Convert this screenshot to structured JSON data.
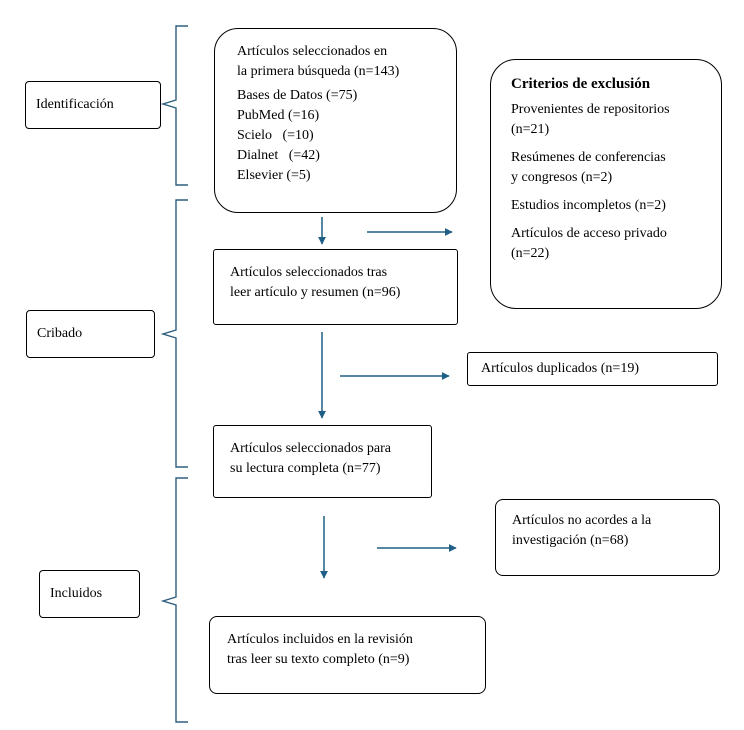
{
  "stages": {
    "identification": "Identificación",
    "screening": "Cribado",
    "included": "Incluidos"
  },
  "first_search": {
    "lines": [
      "Artículos seleccionados en",
      "la primera búsqueda (n=143)",
      "Bases de Datos (=75)",
      "PubMed (=16)",
      "Scielo   (=10)",
      "Dialnet   (=42)",
      "Elsevier (=5)"
    ]
  },
  "after_abstract": {
    "lines": [
      "Artículos seleccionados tras",
      "leer artículo y resumen (n=96)"
    ]
  },
  "full_reading": {
    "lines": [
      "Artículos seleccionados para",
      "su lectura completa (n=77)"
    ]
  },
  "included_review": {
    "lines": [
      "Artículos incluidos en la revisión",
      "tras leer su texto completo (n=9)"
    ]
  },
  "exclusion_criteria": {
    "title": "Criterios de exclusión",
    "items": [
      [
        "Provenientes de repositorios",
        "(n=21)"
      ],
      [
        "Resúmenes de conferencias",
        "y congresos (n=2)"
      ],
      [
        "Estudios incompletos (n=2)"
      ],
      [
        "Artículos de acceso privado",
        "(n=22)"
      ]
    ]
  },
  "duplicates": {
    "lines": [
      "Artículos duplicados (n=19)"
    ]
  },
  "not_matching": {
    "lines": [
      "Artículos no acordes a la",
      "investigación (n=68)"
    ]
  },
  "colors": {
    "arrow": "#1f5f86",
    "bracket": "#2e5f7e",
    "border": "#000000"
  }
}
